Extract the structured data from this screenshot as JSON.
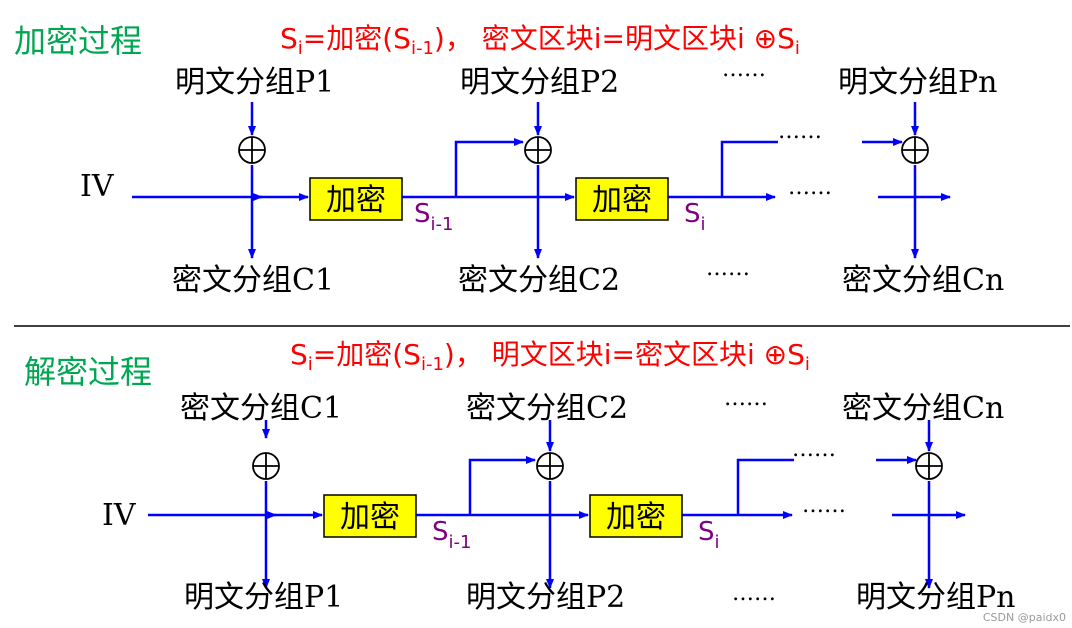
{
  "colors": {
    "title": "#00a651",
    "formula": "#ff0000",
    "label": "#000000",
    "arrow": "#0000ff",
    "box_fill": "#ffff00",
    "box_stroke": "#000000",
    "s_label": "#800080",
    "divider": "#000000",
    "watermark": "#9a9a9a"
  },
  "xor_symbol": "⊕",
  "dots": "……",
  "encryption": {
    "title": "加密过程",
    "formula": "Si=加密(Si-1)， 密文区块i=明文区块i ⊕Si",
    "iv_label": "IV",
    "box_label": "加密",
    "inputs": [
      "明文分组P1",
      "明文分组P2",
      "明文分组Pn"
    ],
    "outputs": [
      "密文分组C1",
      "密文分组C2",
      "密文分组Cn"
    ],
    "s_labels": [
      "Si-1",
      "Si"
    ]
  },
  "decryption": {
    "title": "解密过程",
    "formula": "Si=加密(Si-1)， 明文区块i=密文区块i ⊕Si",
    "iv_label": "IV",
    "box_label": "加密",
    "inputs": [
      "密文分组C1",
      "密文分组C2",
      "密文分组Cn"
    ],
    "outputs": [
      "明文分组P1",
      "明文分组P2",
      "明文分组Pn"
    ],
    "s_labels": [
      "Si-1",
      "Si"
    ]
  },
  "watermark": "CSDN @paidx0"
}
